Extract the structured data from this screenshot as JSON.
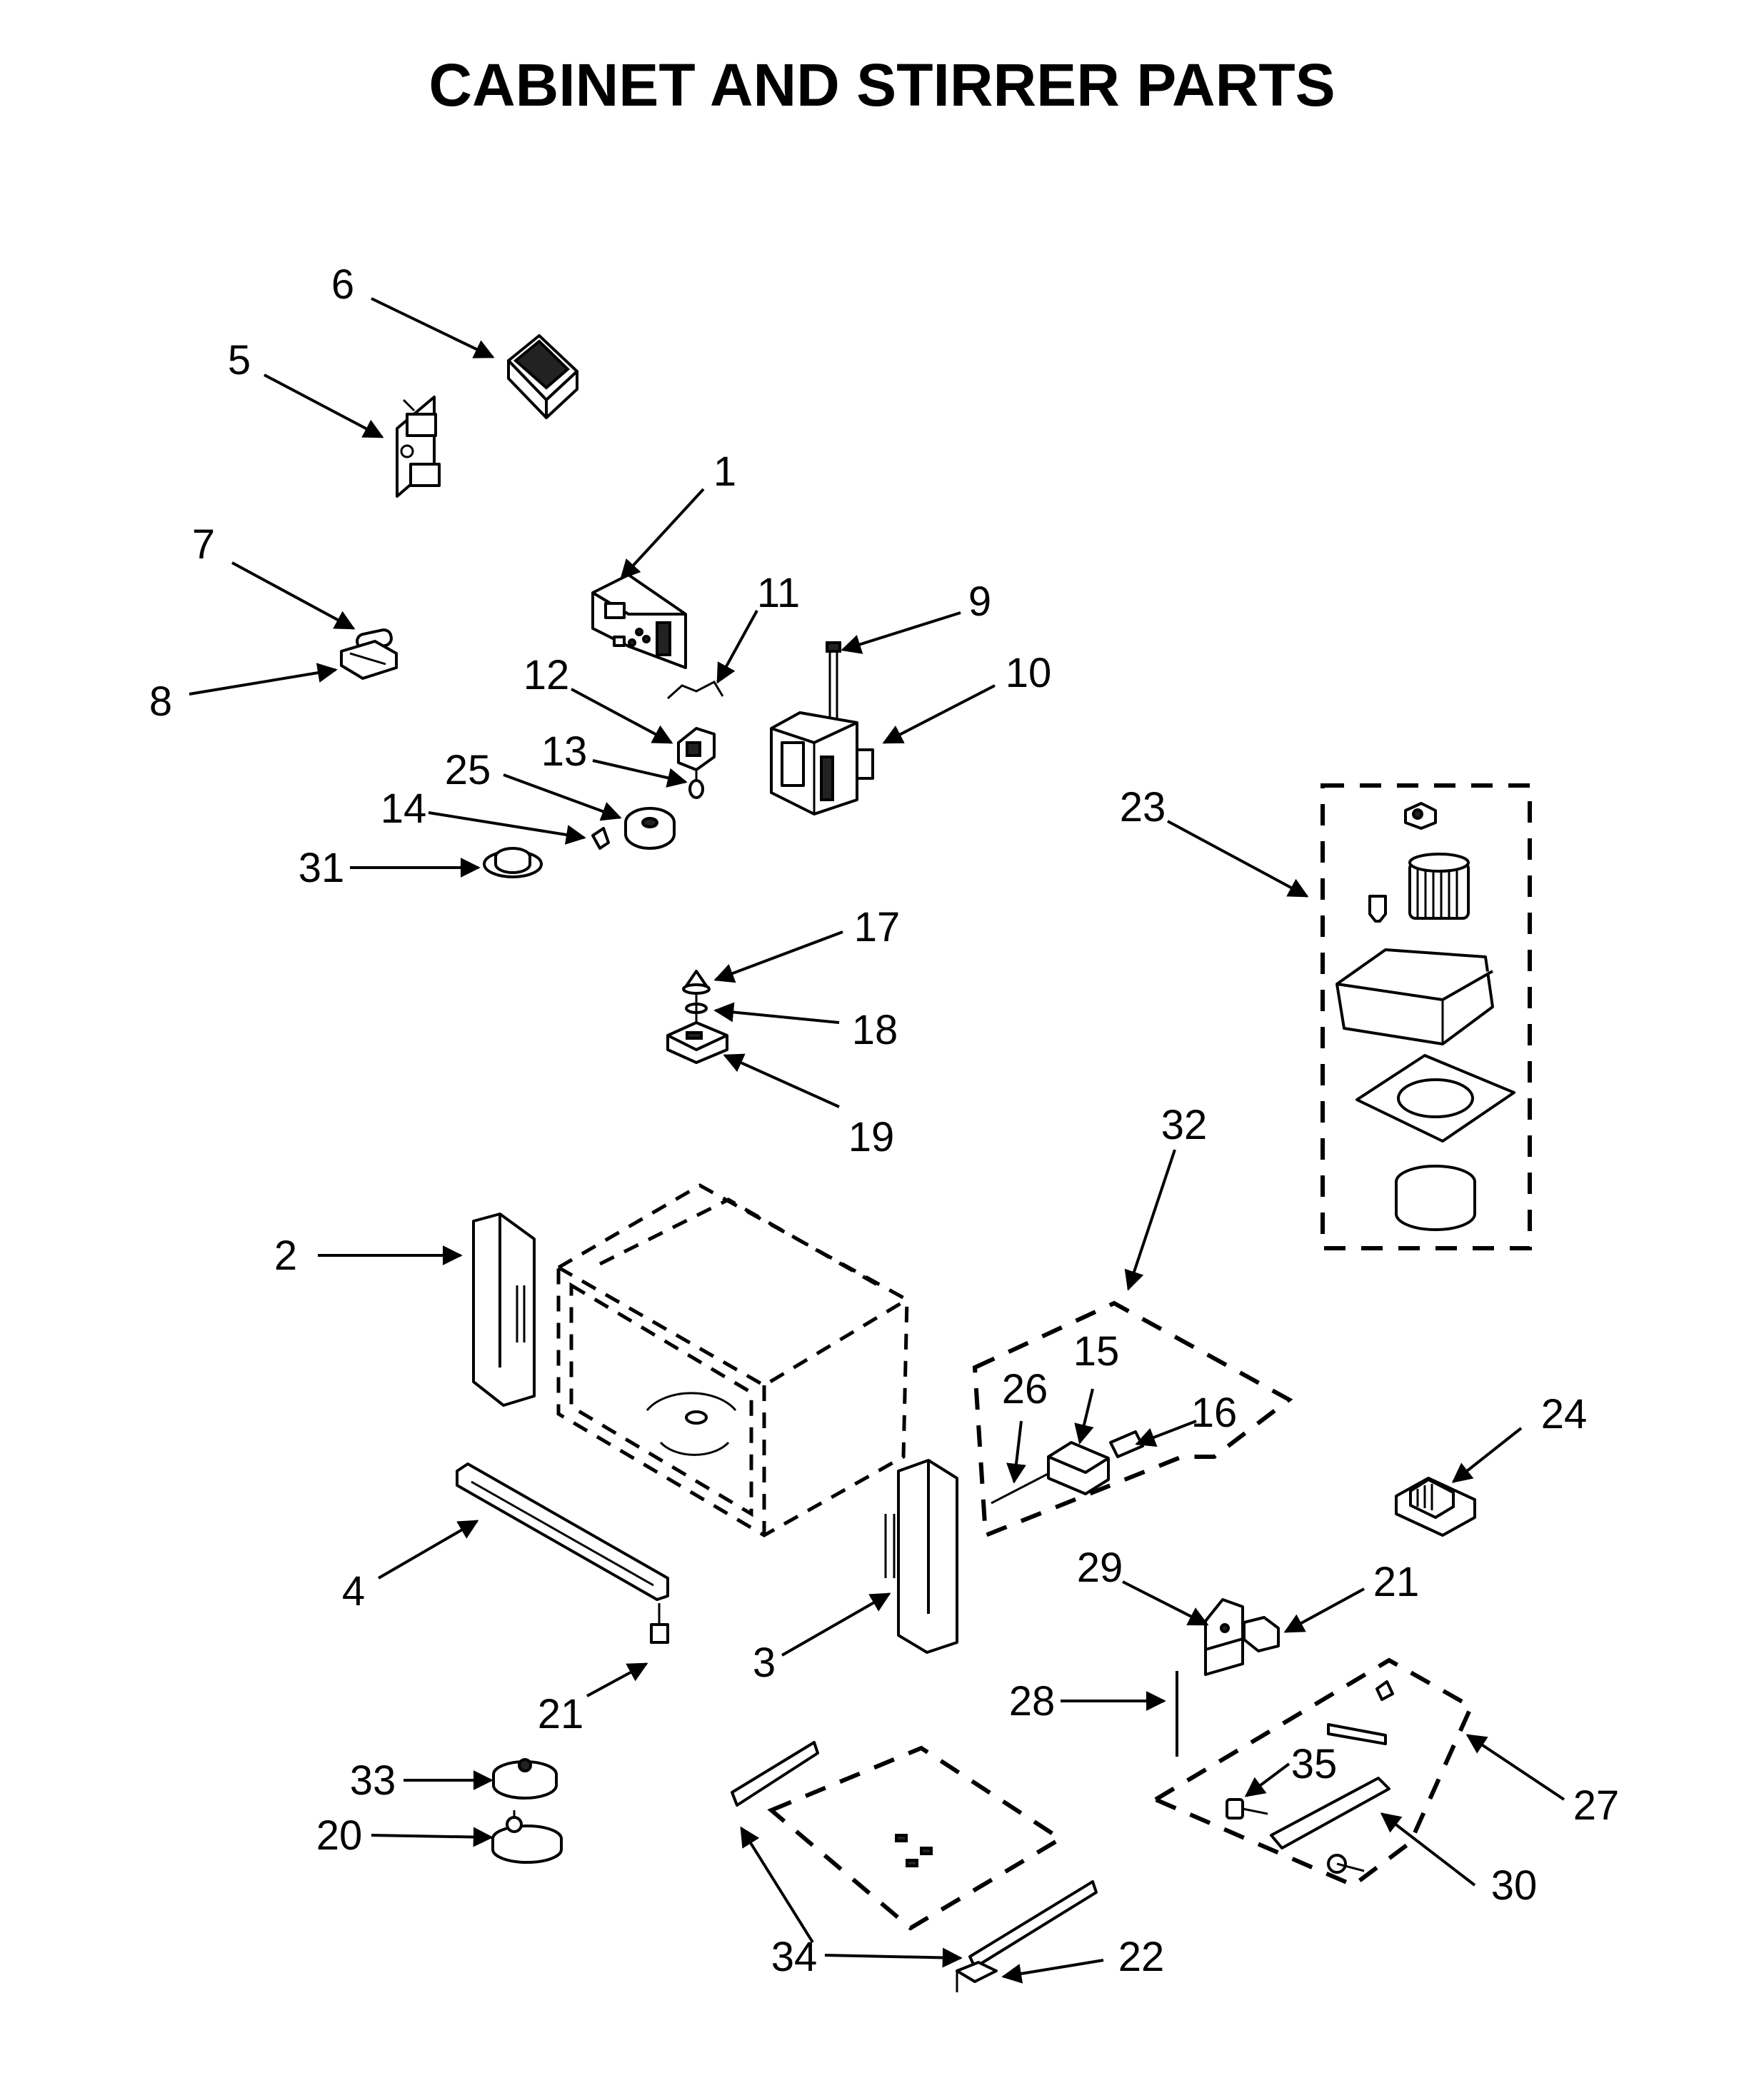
{
  "title": "CABINET AND STIRRER PARTS",
  "callouts": {
    "c1": "1",
    "c2": "2",
    "c3": "3",
    "c4": "4",
    "c5": "5",
    "c6": "6",
    "c7": "7",
    "c8": "8",
    "c9": "9",
    "c10": "10",
    "c11": "11",
    "c12": "12",
    "c13": "13",
    "c14": "14",
    "c15": "15",
    "c16": "16",
    "c17": "17",
    "c18": "18",
    "c19": "19",
    "c20": "20",
    "c21a": "21",
    "c21b": "21",
    "c22": "22",
    "c23": "23",
    "c24": "24",
    "c25": "25",
    "c26": "26",
    "c27": "27",
    "c28": "28",
    "c29": "29",
    "c30": "30",
    "c31": "31",
    "c32": "32",
    "c33": "33",
    "c34": "34",
    "c35": "35"
  }
}
